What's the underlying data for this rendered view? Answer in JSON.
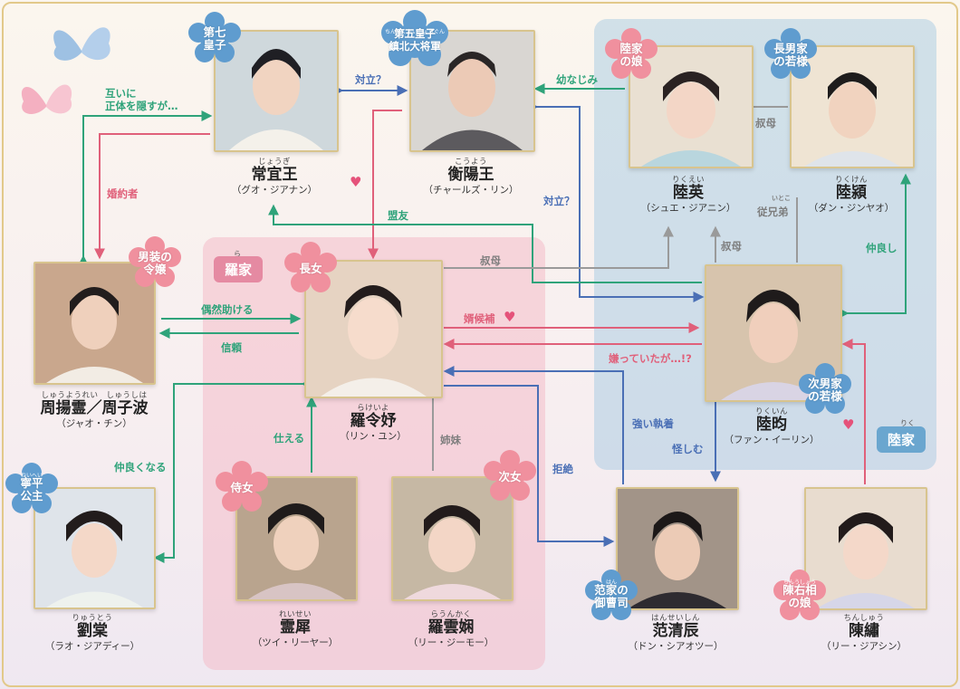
{
  "colors": {
    "green": "#2fa37a",
    "pink": "#e0607a",
    "blue": "#4a6fb5",
    "gray": "#9a9a9a",
    "badge_pink": "#f0909e",
    "badge_blue": "#5f9ccf",
    "lu_region": "#96c4e0",
    "ra_region": "#f4b8c6"
  },
  "regions": {
    "lu": {
      "label": "陸家",
      "ruby": "りく"
    },
    "ra": {
      "label": "羅家",
      "ruby": "ら"
    }
  },
  "characters": {
    "changyi": {
      "ruby": "じょうぎ",
      "name": "常宜王",
      "reading": "（グオ・ジアナン）"
    },
    "hengyang": {
      "ruby": "こうよう",
      "name": "衡陽王",
      "reading": "（チャールズ・リン）"
    },
    "luying": {
      "ruby": "りくえい",
      "name": "陸英",
      "reading": "（シュエ・ジアニン）"
    },
    "lujiong": {
      "ruby": "りくけん",
      "name": "陸潁",
      "reading": "（ダン・ジンヤオ）"
    },
    "zhou": {
      "ruby": "しゅうようれい　しゅうしは",
      "name": "周揚霊／周子波",
      "reading": "（ジャオ・チン）"
    },
    "luolingyu": {
      "ruby": "らけいよ",
      "name": "羅令妤",
      "reading": "（リン・ユン）"
    },
    "luyun": {
      "ruby": "りくいん",
      "name": "陸昀",
      "reading": "（ファン・イーリン）"
    },
    "liutang": {
      "ruby": "りゅうとう",
      "name": "劉棠",
      "reading": "（ラオ・ジアディー）"
    },
    "lingxi": {
      "ruby": "れいせい",
      "name": "霊犀",
      "reading": "（ツイ・リーヤー）"
    },
    "luoyunxi": {
      "ruby": "らうんかく",
      "name": "羅雲娴",
      "reading": "（リー・ジーモー）"
    },
    "fanqingchen": {
      "ruby": "はんせいしん",
      "name": "范清辰",
      "reading": "（ドン・シアオツー）"
    },
    "chenxiu": {
      "ruby": "ちんしゅう",
      "name": "陳繡",
      "reading": "（リー・ジアシン）"
    }
  },
  "badges": {
    "changyi": {
      "text": "第七\n皇子",
      "ruby": ""
    },
    "hengyang": {
      "text": "第五皇子\n鎮北大将軍",
      "ruby": "ちんぽくたいしょうぐん"
    },
    "luying": {
      "text": "陸家\nの娘",
      "ruby": ""
    },
    "lujiong": {
      "text": "長男家\nの若様",
      "ruby": ""
    },
    "zhou": {
      "text": "男装の\n令嬢",
      "ruby": ""
    },
    "luolingyu": {
      "text": "長女",
      "ruby": ""
    },
    "luyun": {
      "text": "次男家\nの若様",
      "ruby": ""
    },
    "liutang": {
      "text": "寧平\n公主",
      "ruby": "ねいへい"
    },
    "lingxi": {
      "text": "侍女",
      "ruby": ""
    },
    "luoyunxi": {
      "text": "次女",
      "ruby": ""
    },
    "fanqingchen": {
      "text": "范家の\n御曹司",
      "ruby": "はん"
    },
    "chenxiu": {
      "text": "陳右相\nの娘",
      "ruby": "ちんうしょう"
    }
  },
  "relations": {
    "mutual_hide": "互いに\n正体を隠すが…",
    "fiance": "婚約者",
    "rivalry_q1": "対立？",
    "childhood": "幼なじみ",
    "aunt1": "叔母",
    "rivalry_q2": "対立？",
    "alliance": "盟友",
    "cousin": "従兄弟",
    "cousin_ruby": "いとこ",
    "aunt2": "叔母",
    "aunt3": "叔母",
    "close1": "仲良し",
    "help": "偶然助ける",
    "trust": "信頼",
    "groom_candidate": "婿候補",
    "disliked": "嫌っていたが…!?",
    "obsession": "強い執着",
    "suspect": "怪しむ",
    "serve": "仕える",
    "sisters": "姉妹",
    "refusal": "拒絶",
    "get_close": "仲良くなる"
  }
}
